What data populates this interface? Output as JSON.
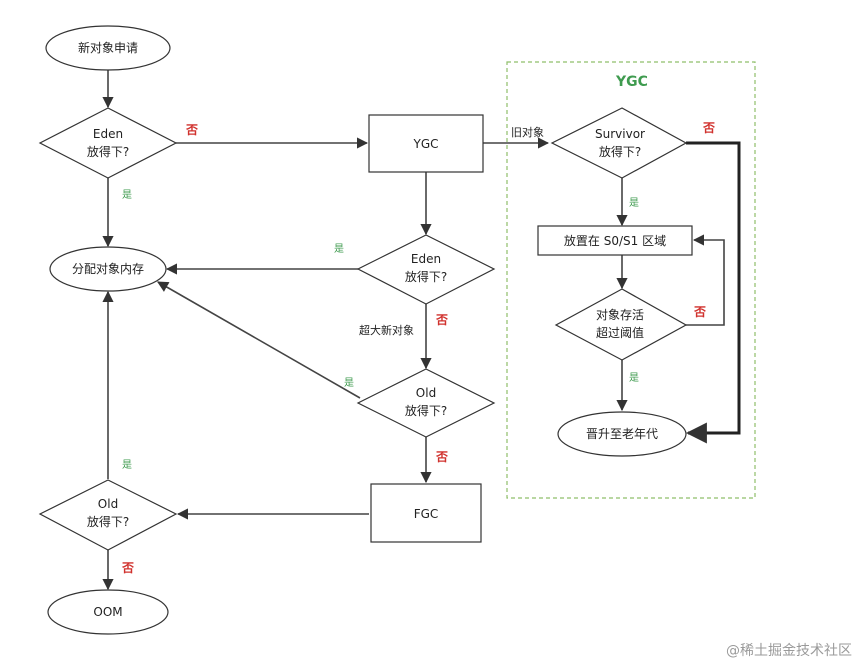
{
  "nodes": {
    "new_request": "新对象申请",
    "eden_check": [
      "Eden",
      "放得下?"
    ],
    "ygc_box": "YGC",
    "eden_check2": [
      "Eden",
      "放得下?"
    ],
    "old_check": [
      "Old",
      "放得下?"
    ],
    "fgc_box": "FGC",
    "old_check2": [
      "Old",
      "放得下?"
    ],
    "oom": "OOM",
    "allocate": "分配对象内存",
    "survivor_check": [
      "Survivor",
      "放得下?"
    ],
    "put_s0s1": "放置在 S0/S1 区域",
    "alive_check": [
      "对象存活",
      "超过阈值"
    ],
    "promote_old": "晋升至老年代"
  },
  "group": {
    "title": "YGC"
  },
  "edge_labels": {
    "yes": "是",
    "no": "否",
    "old_object": "旧对象",
    "huge_object": "超大新对象"
  },
  "colors": {
    "yes": "#3f9b4f",
    "no": "#d0312d",
    "group_border": "#8fbf6a"
  },
  "watermark": "@稀土掘金技术社区"
}
